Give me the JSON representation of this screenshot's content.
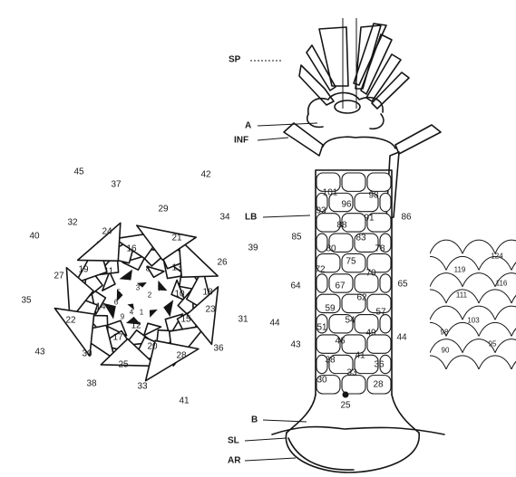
{
  "spiral": {
    "labels": [
      "1",
      "2",
      "3",
      "4",
      "5",
      "6",
      "7",
      "8",
      "9",
      "10",
      "11",
      "12",
      "13",
      "14",
      "15",
      "16",
      "17",
      "18",
      "19",
      "20",
      "21",
      "22",
      "23",
      "24",
      "25",
      "26",
      "27",
      "28",
      "29",
      "30",
      "31",
      "32",
      "33",
      "34",
      "35",
      "36",
      "37",
      "38",
      "39",
      "40",
      "41",
      "42",
      "43",
      "44",
      "45"
    ]
  },
  "strobilus": {
    "labels": [
      "101",
      "98",
      "93",
      "96",
      "91",
      "86",
      "88",
      "83",
      "85",
      "80",
      "78",
      "75",
      "72",
      "70",
      "64",
      "67",
      "62",
      "65",
      "59",
      "57",
      "54",
      "51",
      "49",
      "46",
      "44",
      "43",
      "41",
      "38",
      "36",
      "33",
      "30",
      "28",
      "25"
    ]
  },
  "parts": {
    "sp": "SP",
    "a": "A",
    "inf": "INF",
    "lb": "LB",
    "b": "B",
    "sl": "SL",
    "ar": "AR"
  },
  "inset": {
    "labels": [
      "124",
      "119",
      "116",
      "111",
      "103",
      "98",
      "95",
      "90"
    ]
  }
}
